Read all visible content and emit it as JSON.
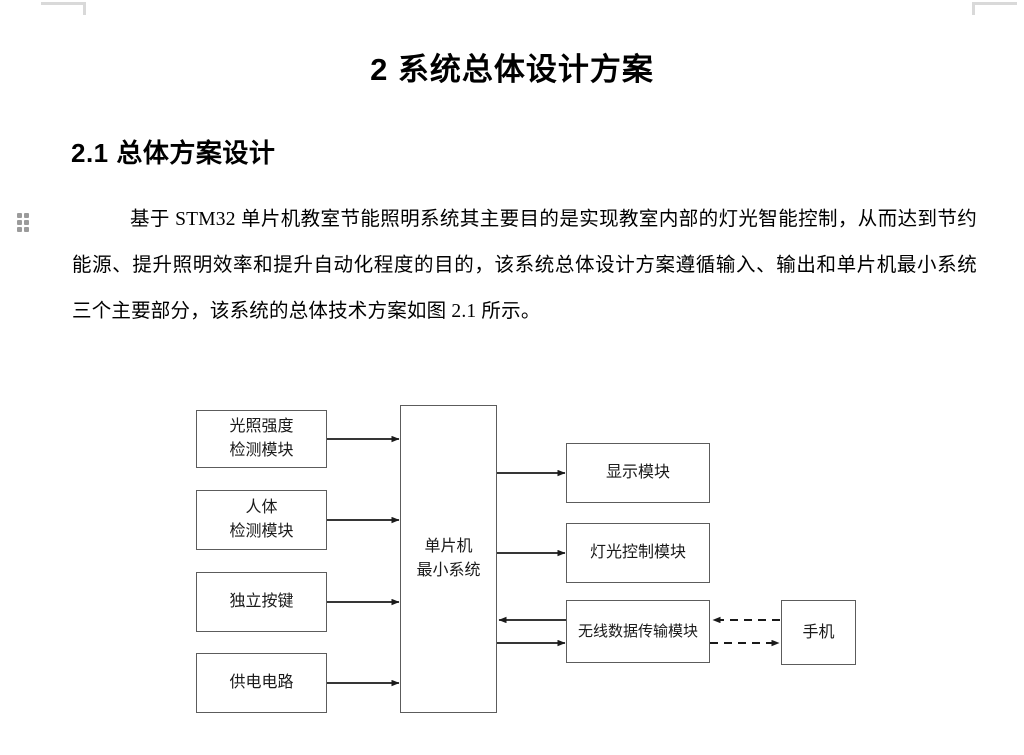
{
  "page": {
    "title": "2 系统总体设计方案",
    "section_heading": "2.1 总体方案设计",
    "body_paragraph": "基于 STM32 单片机教室节能照明系统其主要目的是实现教室内部的灯光智能控制，从而达到节约能源、提升照明效率和提升自动化程度的目的，该系统总体设计方案遵循输入、输出和单片机最小系统三个主要部分，该系统的总体技术方案如图 2.1 所示。"
  },
  "diagram": {
    "nodes": {
      "light_sensor": "光照强度\n检测模块",
      "human_sensor": "人体\n检测模块",
      "key": "独立按键",
      "power": "供电电路",
      "mcu": "单片机\n最小系统",
      "display": "显示模块",
      "lamp_control": "灯光控制模块",
      "wireless": "无线数据传输模块",
      "phone": "手机"
    },
    "edges": [
      {
        "from": "light_sensor",
        "to": "mcu",
        "style": "solid",
        "direction": "forward"
      },
      {
        "from": "human_sensor",
        "to": "mcu",
        "style": "solid",
        "direction": "forward"
      },
      {
        "from": "key",
        "to": "mcu",
        "style": "solid",
        "direction": "forward"
      },
      {
        "from": "power",
        "to": "mcu",
        "style": "solid",
        "direction": "forward"
      },
      {
        "from": "mcu",
        "to": "display",
        "style": "solid",
        "direction": "forward"
      },
      {
        "from": "mcu",
        "to": "lamp_control",
        "style": "solid",
        "direction": "forward"
      },
      {
        "from": "wireless",
        "to": "mcu",
        "style": "solid",
        "direction": "forward"
      },
      {
        "from": "mcu",
        "to": "wireless",
        "style": "solid",
        "direction": "forward"
      },
      {
        "from": "phone",
        "to": "wireless",
        "style": "dashed",
        "direction": "forward"
      },
      {
        "from": "wireless",
        "to": "phone",
        "style": "dashed",
        "direction": "forward"
      }
    ],
    "colors": {
      "node_border": "#5c5c5c",
      "edge": "#1a1a1a",
      "text": "#1a1a1a"
    }
  }
}
